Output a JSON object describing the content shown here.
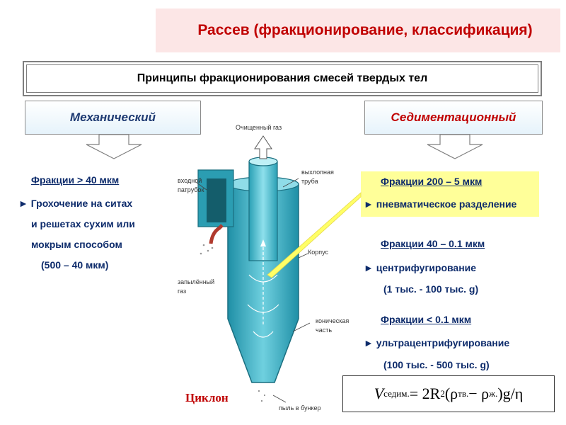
{
  "title": "Рассев (фракционирование, классификация)",
  "principles": "Принципы фракционирования смесей твердых тел",
  "categories": {
    "mechanical": "Механический",
    "sedimentation": "Седиментационный"
  },
  "mechanical": {
    "heading": "Фракции  > 40 мкм",
    "lines": [
      "► Грохочение на ситах",
      "и решетах сухим или",
      "мокрым способом",
      "(500 – 40 мкм)"
    ]
  },
  "sedimentation": [
    {
      "heading": "Фракции  200 – 5 мкм",
      "method": "► пневматическое разделение",
      "range": ""
    },
    {
      "heading": "Фракции  40 – 0.1 мкм",
      "method": "► центрифугирование",
      "range": "(1 тыс. - 100 тыс. g)"
    },
    {
      "heading": "Фракции  < 0.1 мкм",
      "method": "► ультрацентрифугирование",
      "range": "(100  тыс. - 500 тыс. g)"
    }
  ],
  "cyclone_labels": {
    "clean_gas": "Очищенный газ",
    "exhaust_pipe_1": "выхлопная",
    "exhaust_pipe_2": "труба",
    "inlet_1": "входной",
    "inlet_2": "патрубок",
    "body": "Корпус",
    "dusty_gas_1": "запылённый",
    "dusty_gas_2": "газ",
    "conical_1": "коническая",
    "conical_2": "часть",
    "dust_to_bunker": "пыль в бункер"
  },
  "cyclone_caption": "Циклон",
  "formula": {
    "V": "V",
    "sub_v": "седим.",
    "eq": " = 2R",
    "sup": "2",
    "open": "(ρ",
    "sub_s": "тв.",
    "minus": " − ρ",
    "sub_l": "ж.",
    "close": ")g",
    "div": "/η"
  },
  "colors": {
    "title": "#c00000",
    "text": "#0d2b6b",
    "cyclone": "#3bb3c8",
    "highlight": "#ffff99"
  }
}
